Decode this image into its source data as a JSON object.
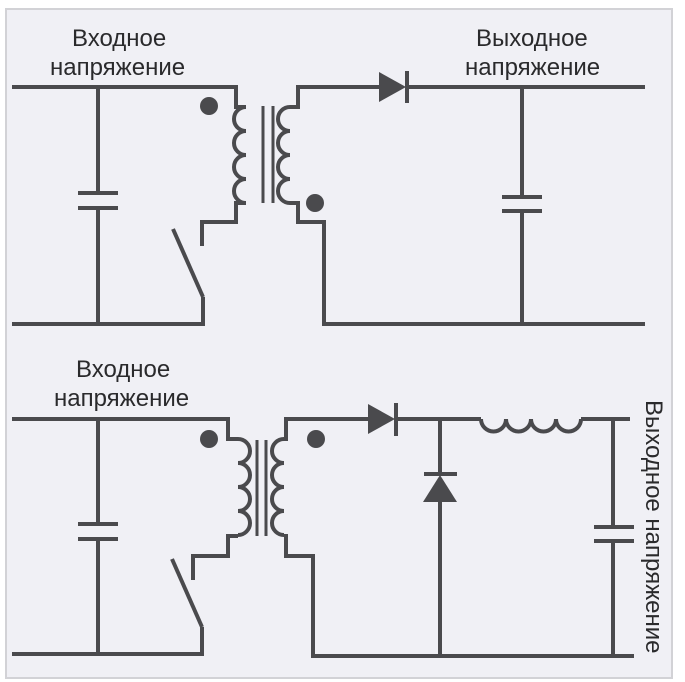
{
  "diagram": {
    "type": "circuit-schematic",
    "colors": {
      "wire": "#4a4a4d",
      "background": "#f0f0f5",
      "border": "#d2d2d6",
      "text": "#2a2a2c"
    },
    "top_circuit": {
      "name": "flyback-converter",
      "input_label_line1": "Входное",
      "input_label_line2": "напряжение",
      "output_label_line1": "Выходное",
      "output_label_line2": "напряжение",
      "components": [
        "input-capacitor",
        "switch",
        "transformer",
        "dot-primary",
        "dot-secondary",
        "output-diode",
        "output-capacitor"
      ]
    },
    "bottom_circuit": {
      "name": "forward-converter",
      "input_label_line1": "Входное",
      "input_label_line2": "напряжение",
      "output_label": "Выходное напряжение",
      "components": [
        "input-capacitor",
        "switch",
        "transformer",
        "dot-primary",
        "dot-secondary",
        "rectifier-diode",
        "freewheel-diode",
        "output-inductor",
        "output-capacitor"
      ]
    }
  }
}
